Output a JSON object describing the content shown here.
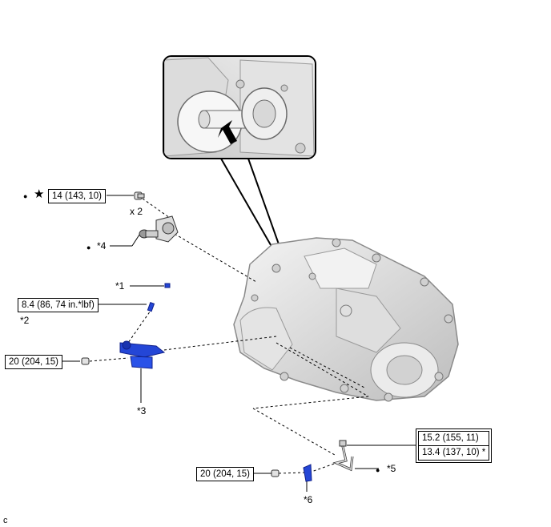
{
  "labels": {
    "bolt_top": "14 (143, 10)",
    "qty": "x 2",
    "part4": "*4",
    "part1": "*1",
    "torque_2": "8.4 (86, 74 in.*lbf)",
    "part2": "*2",
    "bolt_left": "20 (204, 15)",
    "part3": "*3",
    "torque_5a": "15.2 (155, 11)",
    "torque_5b": "13.4 (137, 10) *",
    "part5": "*5",
    "bolt_bottom": "20 (204, 15)",
    "part6": "*6",
    "corner": "c"
  },
  "symbols": {
    "dot": "●",
    "star": "★"
  },
  "colors": {
    "blue_part": "#2446d6",
    "line": "#000000",
    "metal": "#d9d9d9"
  },
  "icons": [
    "star-icon",
    "dot-icon",
    "arrow-icon"
  ]
}
